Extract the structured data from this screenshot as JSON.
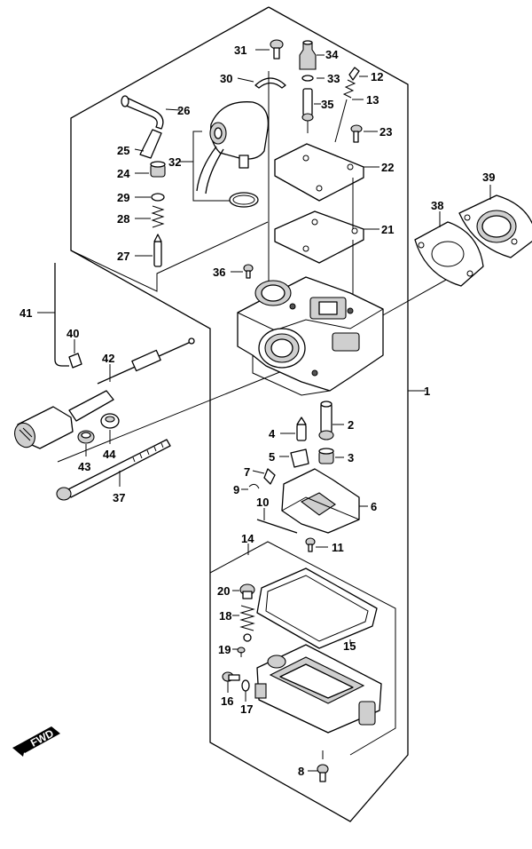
{
  "labels": {
    "l1": "1",
    "l2": "2",
    "l3": "3",
    "l4": "4",
    "l5": "5",
    "l6": "6",
    "l7": "7",
    "l8": "8",
    "l9": "9",
    "l10": "10",
    "l11": "11",
    "l12": "12",
    "l13": "13",
    "l14": "14",
    "l15": "15",
    "l16": "16",
    "l17": "17",
    "l18": "18",
    "l19": "19",
    "l20": "20",
    "l21": "21",
    "l22": "22",
    "l23": "23",
    "l24": "24",
    "l25": "25",
    "l26": "26",
    "l27": "27",
    "l28": "28",
    "l29": "29",
    "l30": "30",
    "l31": "31",
    "l32": "32",
    "l33": "33",
    "l34": "34",
    "l35": "35",
    "l36": "36",
    "l37": "37",
    "l38": "38",
    "l39": "39",
    "l40": "40",
    "l41": "41",
    "l42": "42",
    "l43": "43",
    "l44": "44"
  },
  "fwd_badge": "FWD"
}
